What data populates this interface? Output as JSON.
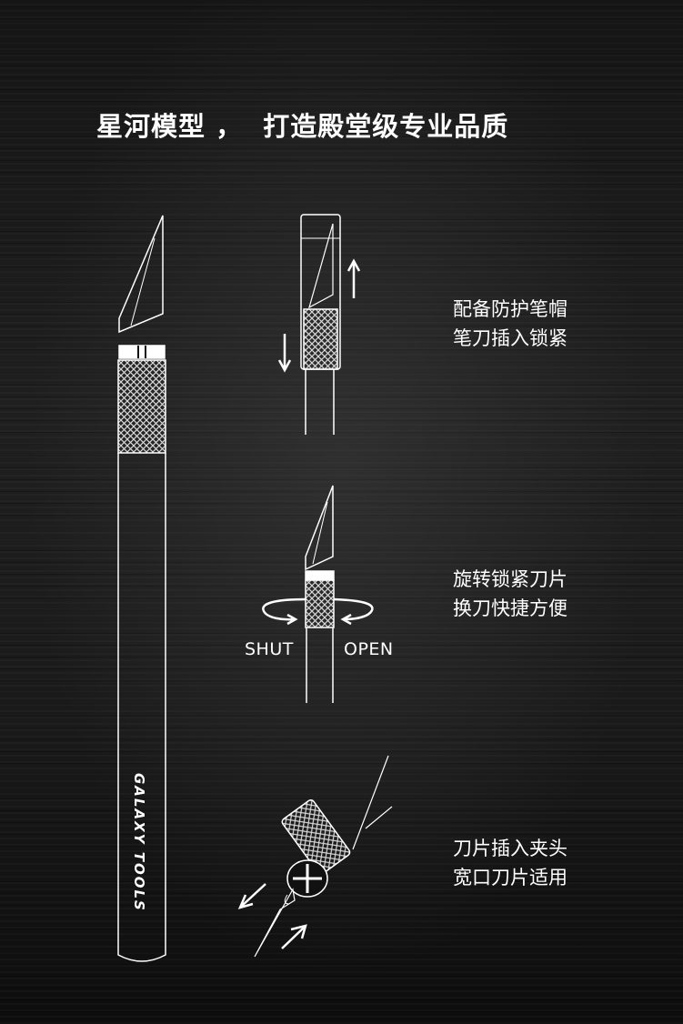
{
  "headline": "星河模型 ，  打造殿堂级专业品质",
  "brand_text": "GALAXY TOOLS",
  "features": [
    {
      "line1": "配备防护笔帽",
      "line2": "笔刀插入锁紧"
    },
    {
      "line1": "旋转锁紧刀片",
      "line2": "换刀快捷方便"
    },
    {
      "line1": "刀片插入夹头",
      "line2": "宽口刀片适用"
    }
  ],
  "labels": {
    "shut": "SHUT",
    "open": "OPEN"
  }
}
